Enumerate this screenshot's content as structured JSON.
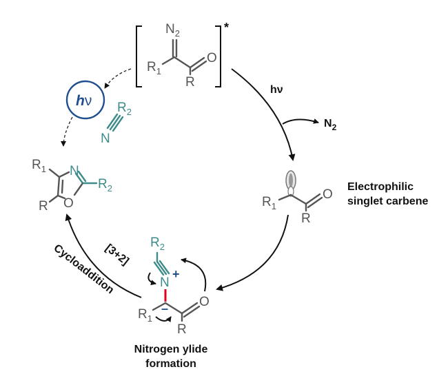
{
  "diazo_star": "*",
  "hv_label": "hν",
  "hv_circle_h": "h",
  "hv_circle_nu": "ν",
  "n2_label": "N",
  "n2_sub": "2",
  "carbene_label_line1": "Electrophilic",
  "carbene_label_line2": "singlet carbene",
  "ylide_label_line1": "Nitrogen ylide",
  "ylide_label_line2": "formation",
  "cyclo_bracket": "[3+2]",
  "cyclo_word": "Cycloaddition",
  "atoms": {
    "N": "N",
    "O": "O",
    "R": "R",
    "R1": "R",
    "R2": "R",
    "sub1": "1",
    "sub2": "2",
    "plus": "+",
    "minus": "–"
  },
  "colors": {
    "teal": "#3e8b8b",
    "blue": "#1f4e8c",
    "red": "#e0001b",
    "gray": "#555555"
  }
}
